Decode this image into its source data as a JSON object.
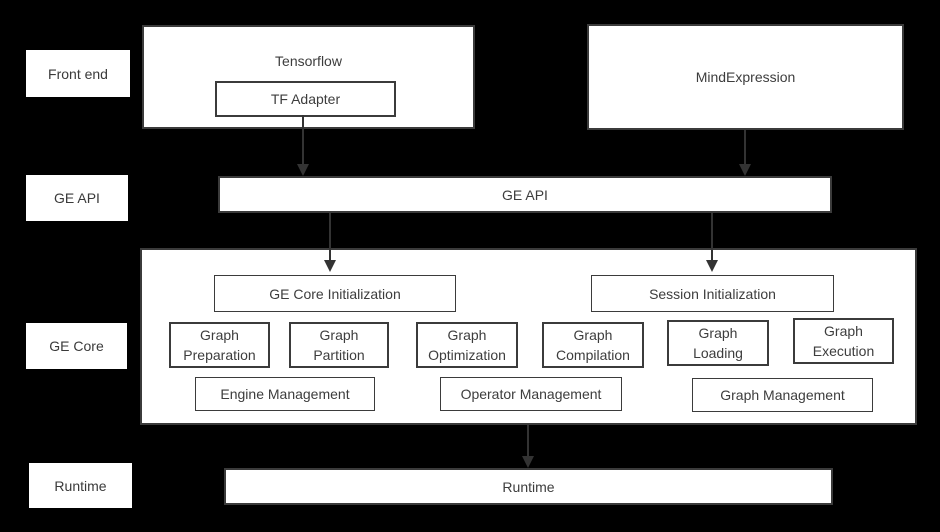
{
  "colors": {
    "background": "#000000",
    "box_fill": "#ffffff",
    "border": "#3b3b3b",
    "text": "#3d3d3d",
    "arrow": "#333333"
  },
  "row_labels": [
    {
      "label": "Front end"
    },
    {
      "label": "GE API"
    },
    {
      "label": "GE Core"
    },
    {
      "label": "Runtime"
    }
  ],
  "front_end": {
    "tensorflow": "Tensorflow",
    "tf_adapter": "TF Adapter",
    "mind_expression": "MindExpression"
  },
  "ge_api": {
    "label": "GE API"
  },
  "ge_core": {
    "initialization": [
      {
        "label": "GE Core Initialization"
      },
      {
        "label": "Session Initialization"
      }
    ],
    "features": [
      {
        "label": "Graph Preparation"
      },
      {
        "label": "Graph Partition"
      },
      {
        "label": "Graph Optimization"
      },
      {
        "label": "Graph Compilation"
      },
      {
        "label": "Graph Loading"
      },
      {
        "label": "Graph Execution"
      }
    ],
    "management": [
      {
        "label": "Engine Management"
      },
      {
        "label": "Operator Management"
      },
      {
        "label": "Graph Management"
      }
    ]
  },
  "runtime": {
    "label": "Runtime"
  }
}
